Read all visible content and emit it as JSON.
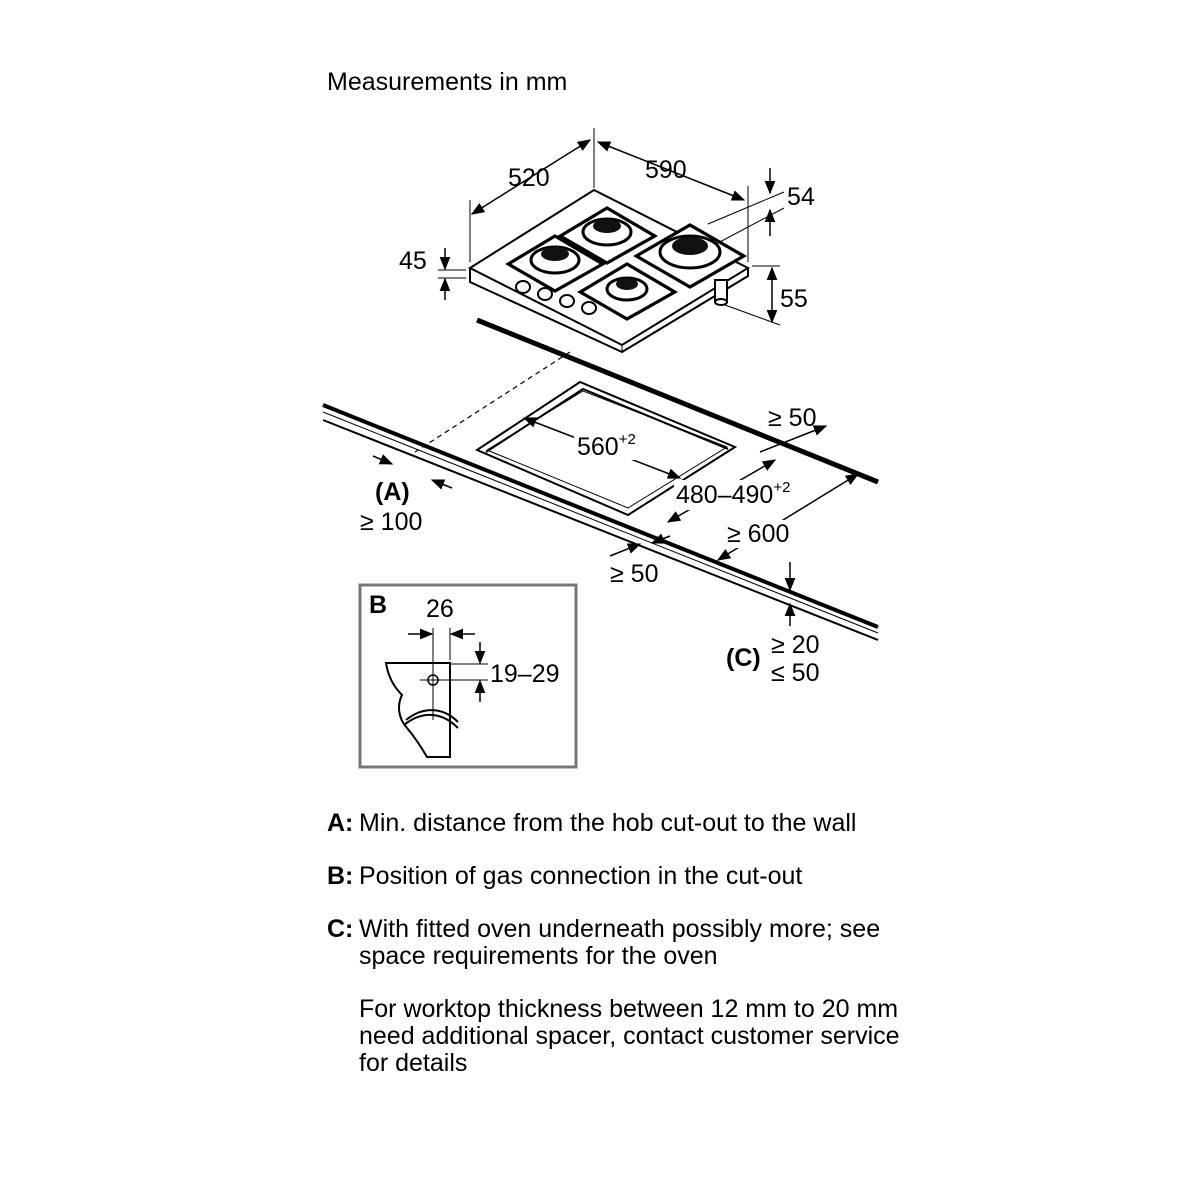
{
  "diagram": {
    "heading": "Measurements in mm",
    "dims": {
      "depth": "520",
      "width": "590",
      "top_height": "54",
      "left_height": "45",
      "total_height": "55",
      "front_clear": "≥ 50",
      "cutout_width": "560",
      "cutout_width_tol": "+2",
      "cutout_depth": "480–490",
      "cutout_depth_tol": "+2",
      "worktop_depth": "≥ 600",
      "back_clear": "≥ 50",
      "wall_label": "(A)",
      "wall_min": "≥ 100",
      "c_label": "(C)",
      "c_min": "≥ 20",
      "c_max": "≤ 50"
    },
    "inset": {
      "label": "B",
      "offset": "26",
      "height_range": "19–29"
    }
  },
  "legend": {
    "items": [
      {
        "key": "A:",
        "text": "Min. distance from the hob cut-out to the wall"
      },
      {
        "key": "B:",
        "text": "Position of gas connection in the cut-out"
      },
      {
        "key": "C:",
        "text": "With fitted oven underneath possibly more; see space requirements for the oven"
      }
    ],
    "note": "For worktop thickness between 12 mm to 20 mm need additional spacer, contact customer service for details"
  }
}
